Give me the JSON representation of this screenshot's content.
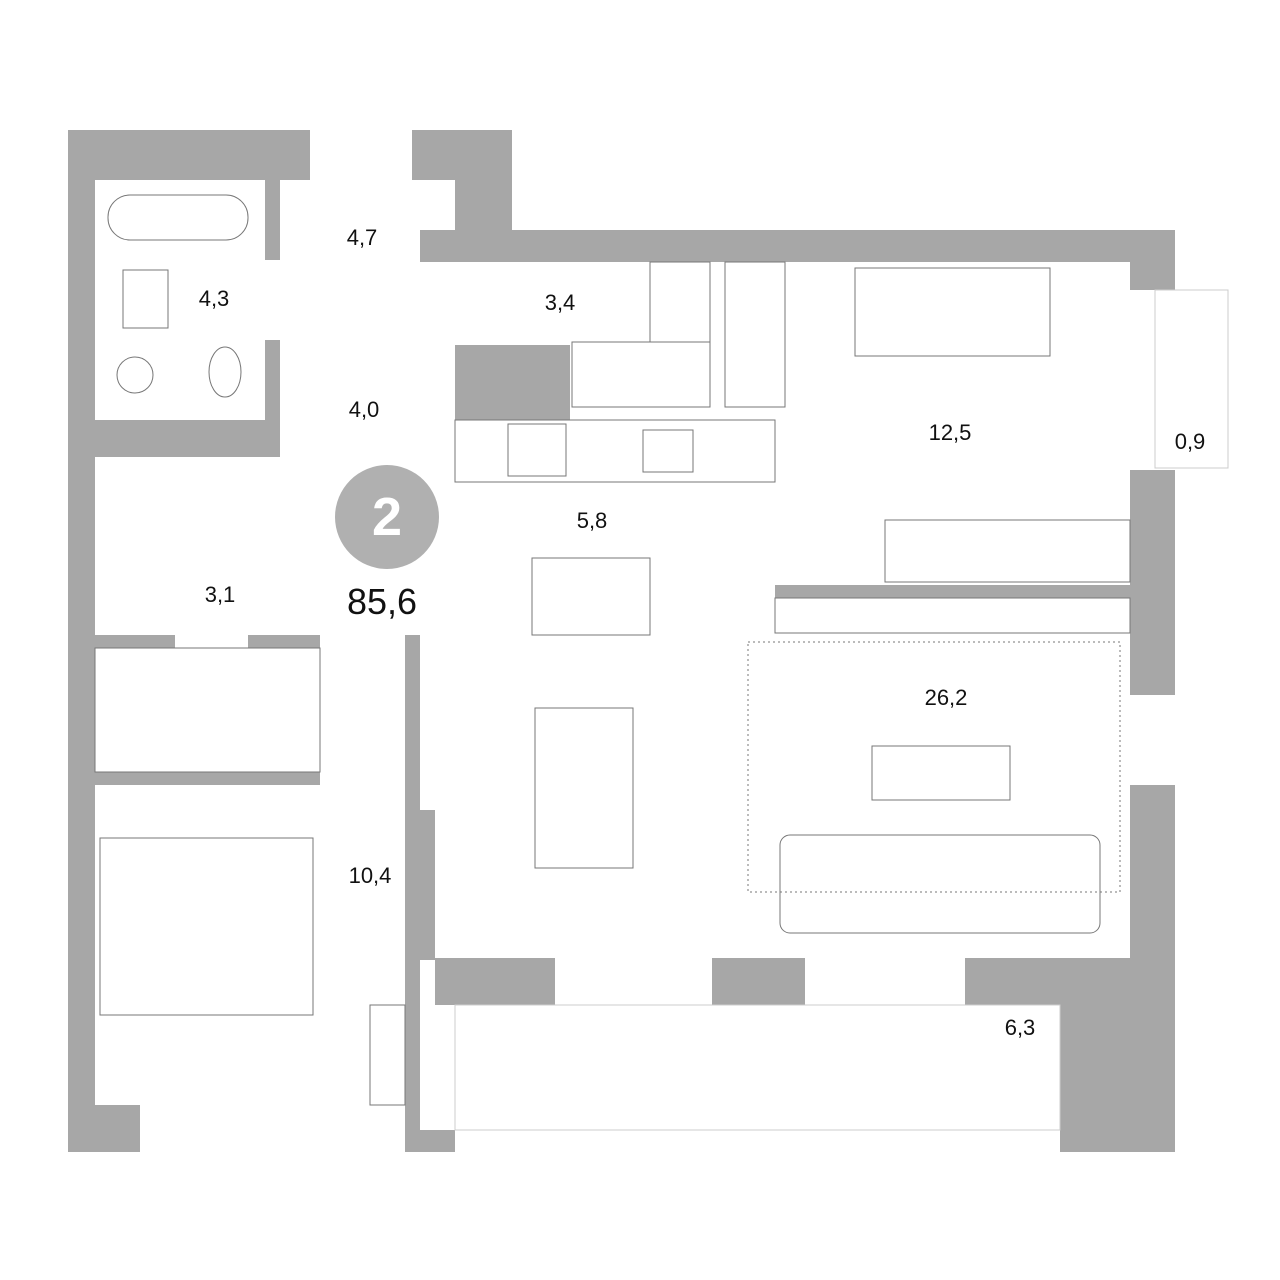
{
  "plan": {
    "room_count": "2",
    "total_area": "85,6",
    "rooms": [
      {
        "name": "hall-upper",
        "area": "4,7"
      },
      {
        "name": "bathroom",
        "area": "4,3"
      },
      {
        "name": "wardrobe",
        "area": "3,4"
      },
      {
        "name": "hall-lower",
        "area": "4,0"
      },
      {
        "name": "bedroom-small",
        "area": "12,5"
      },
      {
        "name": "small-balcony",
        "area": "0,9"
      },
      {
        "name": "kitchen",
        "area": "5,8"
      },
      {
        "name": "wc",
        "area": "3,1"
      },
      {
        "name": "living-room",
        "area": "26,2"
      },
      {
        "name": "bedroom",
        "area": "10,4"
      },
      {
        "name": "balcony",
        "area": "6,3"
      }
    ],
    "colors": {
      "wall": "#a7a7a7",
      "badge": "#b0b0b0",
      "line": "#777777"
    }
  }
}
